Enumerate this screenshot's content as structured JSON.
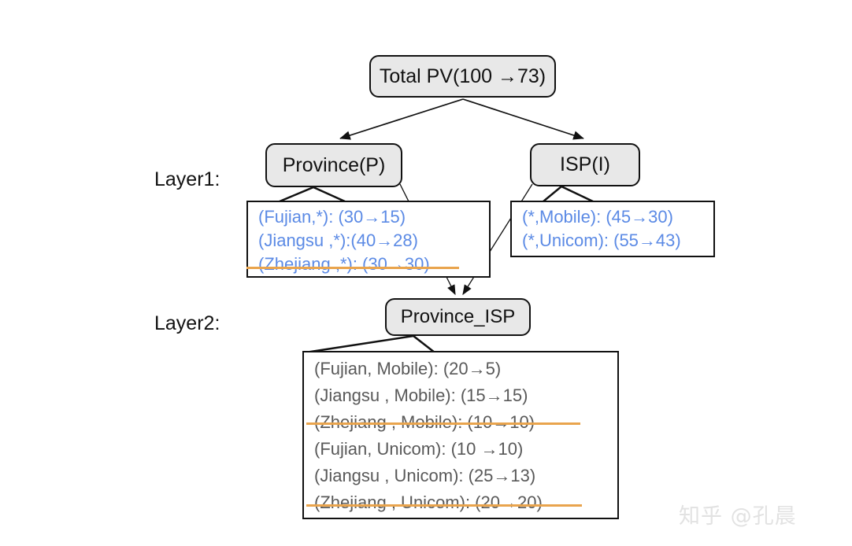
{
  "diagram": {
    "title_node": {
      "label": "Total PV(100 →73)"
    },
    "layers": [
      {
        "caption": "Layer1:"
      },
      {
        "caption": "Layer2:"
      }
    ],
    "nodes": [
      {
        "id": "province",
        "label": "Province(P)"
      },
      {
        "id": "isp",
        "label": "ISP(I)"
      },
      {
        "id": "province_isp",
        "label": "Province_ISP"
      }
    ],
    "callouts": {
      "province": {
        "lines": [
          {
            "text": "(Fujian,*): (30→15)",
            "struck": false
          },
          {
            "text": "(Jiangsu ,*):(40→28)",
            "struck": false
          },
          {
            "text": "(Zhejiang ,*): (30→30)",
            "struck": true
          }
        ]
      },
      "isp": {
        "lines": [
          {
            "text": "(*,Mobile): (45→30)",
            "struck": false
          },
          {
            "text": "(*,Unicom): (55→43)",
            "struck": false
          }
        ]
      },
      "province_isp": {
        "lines": [
          {
            "text": "(Fujian, Mobile): (20→5)",
            "struck": false
          },
          {
            "text": "(Jiangsu , Mobile): (15→15)",
            "struck": false
          },
          {
            "text": "(Zhejiang , Mobile): (10→10)",
            "struck": true
          },
          {
            "text": "(Fujian, Unicom): (10 →10)",
            "struck": false
          },
          {
            "text": "(Jiangsu , Unicom): (25→13)",
            "struck": false
          },
          {
            "text": "(Zhejiang , Unicom): (20→20)",
            "struck": true
          }
        ]
      }
    },
    "watermark": {
      "text": "知乎 @孔晨"
    },
    "colors": {
      "node_fill": "#e8e8e8",
      "node_border": "#111111",
      "blue_text": "#5b8ae5",
      "gray_text": "#595959",
      "strike_orange": "#e9a44d",
      "watermark": "#e2e2e2"
    }
  }
}
